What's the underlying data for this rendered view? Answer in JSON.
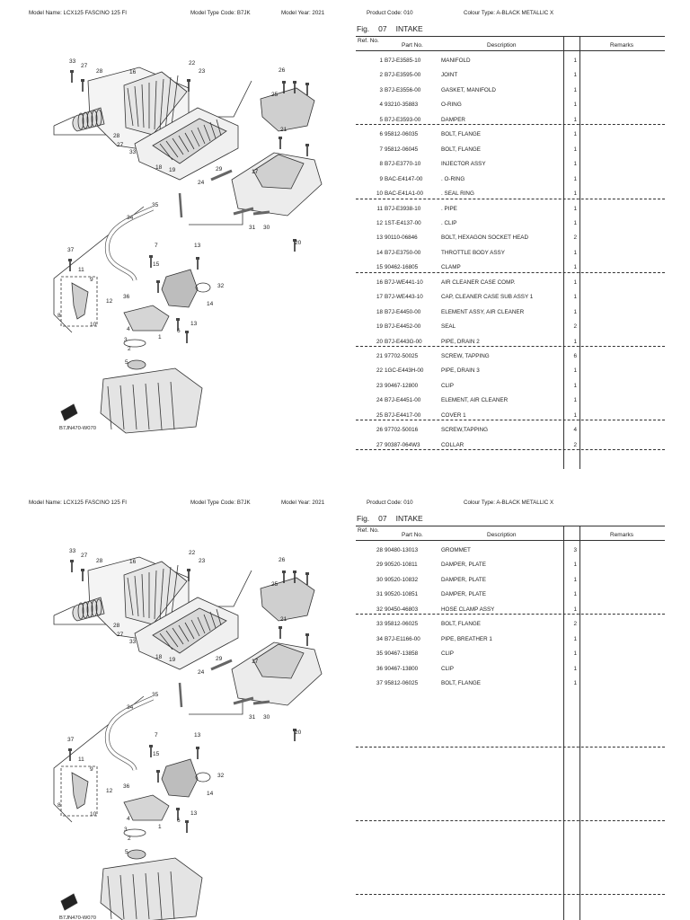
{
  "header": {
    "model_name": "Model Name:  LCX125 FASCINO 125 FI",
    "model_type": "Model Type Code:  B7JK",
    "model_year": "Model Year:  2021",
    "product_code": "Product Code:  010",
    "colour_type": "Colour Type:  A-BLACK METALLIC X"
  },
  "figure": {
    "fig_label": "Fig.",
    "fig_no": "07",
    "title": "INTAKE"
  },
  "table_headers": {
    "ref": "Ref. No.",
    "part": "Part No.",
    "desc": "Description",
    "remarks": "Remarks"
  },
  "drawing_code": "B7JN470-W070",
  "page1_rows": [
    {
      "ref": "1",
      "part": "B7J-E3585-10",
      "desc": "MANIFOLD",
      "qty": "1"
    },
    {
      "ref": "2",
      "part": "B7J-E3595-00",
      "desc": "JOINT",
      "qty": "1"
    },
    {
      "ref": "3",
      "part": "B7J-E3556-00",
      "desc": "GASKET, MANIFOLD",
      "qty": "1"
    },
    {
      "ref": "4",
      "part": "93210-35883",
      "desc": "O-RING",
      "qty": "1"
    },
    {
      "ref": "5",
      "part": "B7J-E3593-00",
      "desc": "DAMPER",
      "qty": "1"
    },
    {
      "ref": "6",
      "part": "95812-06035",
      "desc": "BOLT, FLANGE",
      "qty": "1"
    },
    {
      "ref": "7",
      "part": "95812-06045",
      "desc": "BOLT, FLANGE",
      "qty": "1"
    },
    {
      "ref": "8",
      "part": "B7J-E3770-10",
      "desc": "INJECTOR ASSY",
      "qty": "1"
    },
    {
      "ref": "9",
      "part": "BAC-E4147-00",
      "desc": ". O-RING",
      "qty": "1"
    },
    {
      "ref": "10",
      "part": "BAC-E41A1-00",
      "desc": ". SEAL RING",
      "qty": "1"
    },
    {
      "ref": "11",
      "part": "B7J-E3938-10",
      "desc": ". PIPE",
      "qty": "1"
    },
    {
      "ref": "12",
      "part": "1ST-E4137-00",
      "desc": ". CLIP",
      "qty": "1"
    },
    {
      "ref": "13",
      "part": "90110-06846",
      "desc": "BOLT, HEXAGON SOCKET HEAD",
      "qty": "2"
    },
    {
      "ref": "14",
      "part": "B7J-E3750-00",
      "desc": "THROTTLE BODY ASSY",
      "qty": "1"
    },
    {
      "ref": "15",
      "part": "90462-16805",
      "desc": "CLAMP",
      "qty": "1"
    },
    {
      "ref": "16",
      "part": "B7J-WE441-10",
      "desc": "AIR CLEANER CASE COMP.",
      "qty": "1"
    },
    {
      "ref": "17",
      "part": "B7J-WE443-10",
      "desc": "CAP, CLEANER CASE SUB ASSY 1",
      "qty": "1"
    },
    {
      "ref": "18",
      "part": "B7J-E4450-00",
      "desc": "ELEMENT ASSY, AIR CLEANER",
      "qty": "1"
    },
    {
      "ref": "19",
      "part": "B7J-E4452-00",
      "desc": "SEAL",
      "qty": "2"
    },
    {
      "ref": "20",
      "part": "B7J-E443G-00",
      "desc": "PIPE, DRAIN  2",
      "qty": "1"
    },
    {
      "ref": "21",
      "part": "97702-50025",
      "desc": "SCREW, TAPPING",
      "qty": "6"
    },
    {
      "ref": "22",
      "part": "1GC-E443H-00",
      "desc": "PIPE, DRAIN 3",
      "qty": "1"
    },
    {
      "ref": "23",
      "part": "90467-12800",
      "desc": "CLIP",
      "qty": "1"
    },
    {
      "ref": "24",
      "part": "B7J-E4451-00",
      "desc": "ELEMENT, AIR CLEANER",
      "qty": "1"
    },
    {
      "ref": "25",
      "part": "B7J-E4417-00",
      "desc": "COVER 1",
      "qty": "1"
    },
    {
      "ref": "26",
      "part": "97702-50016",
      "desc": "SCREW,TAPPING",
      "qty": "4"
    },
    {
      "ref": "27",
      "part": "90387-064W3",
      "desc": "COLLAR",
      "qty": "2"
    }
  ],
  "page2_rows": [
    {
      "ref": "28",
      "part": "90480-13013",
      "desc": "GROMMET",
      "qty": "3"
    },
    {
      "ref": "29",
      "part": "90520-10811",
      "desc": "DAMPER, PLATE",
      "qty": "1"
    },
    {
      "ref": "30",
      "part": "90520-10832",
      "desc": "DAMPER, PLATE",
      "qty": "1"
    },
    {
      "ref": "31",
      "part": "90520-10851",
      "desc": "DAMPER, PLATE",
      "qty": "1"
    },
    {
      "ref": "32",
      "part": "90450-46803",
      "desc": "HOSE CLAMP ASSY",
      "qty": "1"
    },
    {
      "ref": "33",
      "part": "95812-06025",
      "desc": "BOLT, FLANGE",
      "qty": "2"
    },
    {
      "ref": "34",
      "part": "B7J-E1166-00",
      "desc": "PIPE, BREATHER 1",
      "qty": "1"
    },
    {
      "ref": "35",
      "part": "90467-13858",
      "desc": "CLIP",
      "qty": "1"
    },
    {
      "ref": "36",
      "part": "90467-13800",
      "desc": "CLIP",
      "qty": "1"
    },
    {
      "ref": "37",
      "part": "95812-06025",
      "desc": "BOLT, FLANGE",
      "qty": "1"
    }
  ],
  "callouts": [
    "1",
    "2",
    "3",
    "4",
    "5",
    "6",
    "7",
    "8",
    "9",
    "10",
    "11",
    "12",
    "13",
    "14",
    "15",
    "16",
    "17",
    "18",
    "19",
    "20",
    "21",
    "22",
    "23",
    "24",
    "25",
    "26",
    "27",
    "28",
    "29",
    "30",
    "31",
    "32",
    "33",
    "34",
    "35",
    "36",
    "37"
  ]
}
